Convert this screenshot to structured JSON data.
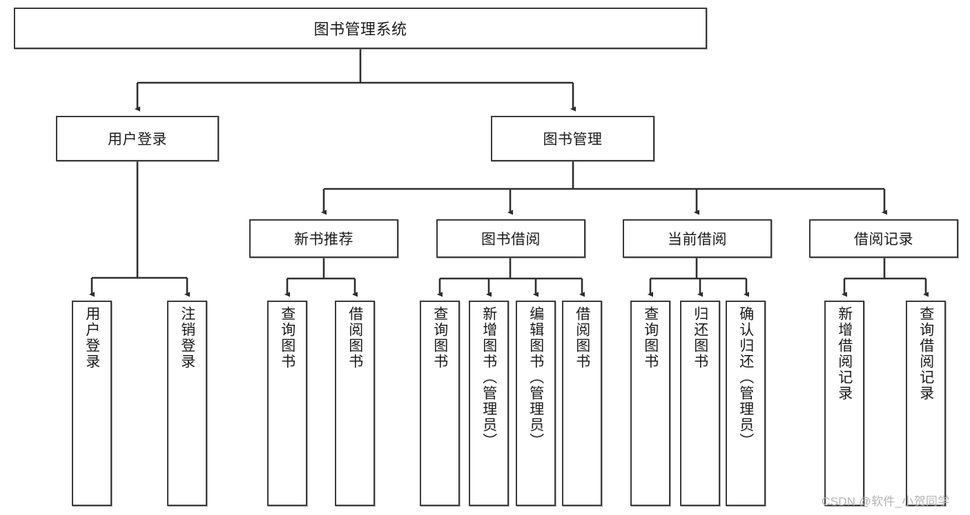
{
  "diagram": {
    "title": "图书管理系统",
    "type": "tree-hierarchy-chart",
    "accent_color": "#3a3a3a",
    "background_color": "#ffffff",
    "nodes": {
      "root": {
        "label": "图书管理系统"
      },
      "level2": [
        {
          "label": "用户登录"
        },
        {
          "label": "图书管理"
        }
      ],
      "level3": [
        {
          "label": "新书推荐"
        },
        {
          "label": "图书借阅"
        },
        {
          "label": "当前借阅"
        },
        {
          "label": "借阅记录"
        }
      ],
      "leaves": [
        {
          "label": "用户登录"
        },
        {
          "label": "注销登录"
        },
        {
          "label": "查询图书"
        },
        {
          "label": "借阅图书"
        },
        {
          "label": "查询图书"
        },
        {
          "label": "新增图书（管理员）"
        },
        {
          "label": "编辑图书（管理员）"
        },
        {
          "label": "借阅图书"
        },
        {
          "label": "查询图书"
        },
        {
          "label": "归还图书"
        },
        {
          "label": "确认归还（管理员）"
        },
        {
          "label": "新增借阅记录"
        },
        {
          "label": "查询借阅记录"
        }
      ]
    }
  },
  "watermark": {
    "text": "CSDN @软件_小贺同学"
  }
}
